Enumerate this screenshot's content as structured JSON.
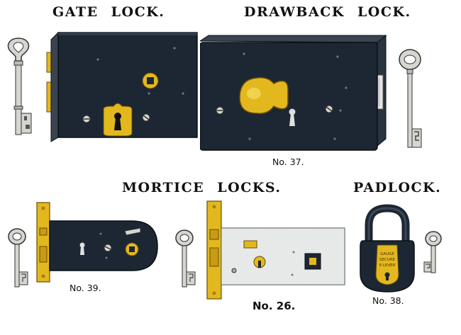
{
  "headings": {
    "gate_lock": "GATE LOCK.",
    "drawback_lock": "DRAWBACK LOCK.",
    "mortice_locks": "MORTICE LOCKS.",
    "padlock": "PADLOCK."
  },
  "captions": {
    "drawback": "No. 37.",
    "mortice_left": "No. 39.",
    "mortice_right": "No. 26.",
    "padlock": "No. 38."
  },
  "padlock_plate_text": [
    "GAUGE",
    "SECURE",
    "6 LEVER"
  ],
  "colors": {
    "lock_body": "#1c2733",
    "brass": "#e3b81f",
    "brass_dark": "#a57e0c",
    "steel": "#d6d6d0",
    "ink": "#111111"
  }
}
